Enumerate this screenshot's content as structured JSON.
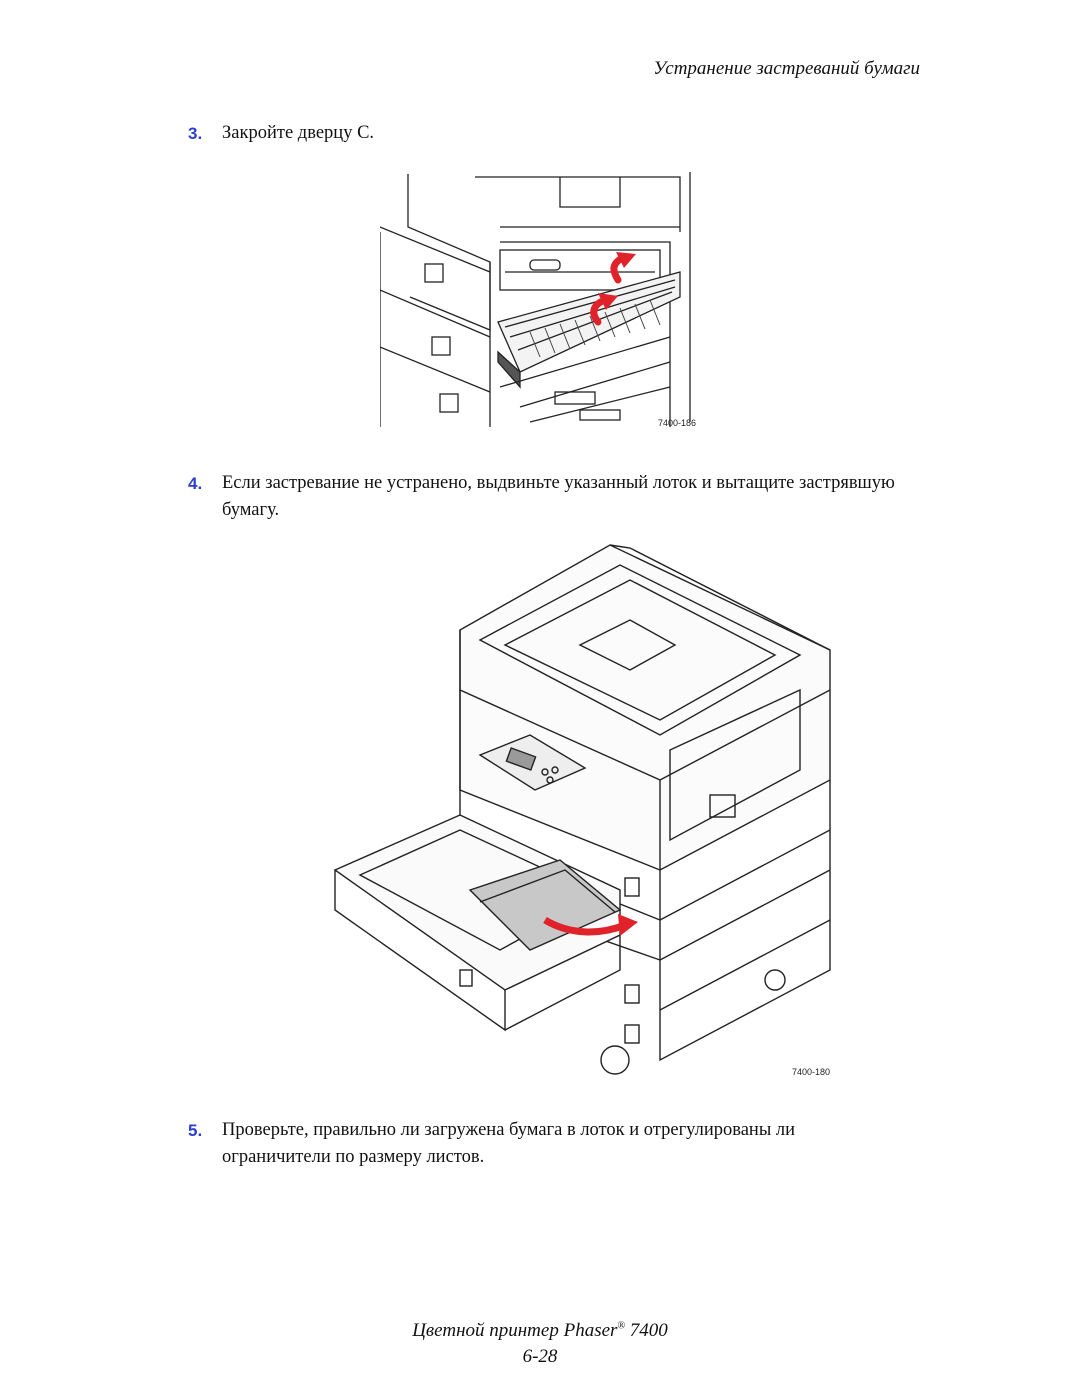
{
  "header": {
    "section_title": "Устранение застреваний бумаги"
  },
  "steps": [
    {
      "number": "3.",
      "text": "Закройте дверцу C."
    },
    {
      "number": "4.",
      "text": "Если застревание не устранено, выдвиньте указанный лоток и вытащите застрявшую бумагу."
    },
    {
      "number": "5.",
      "text": "Проверьте, правильно ли загружена бумага в лоток и отрегулированы ли ограничители по размеру листов."
    }
  ],
  "figures": [
    {
      "label": "7400-186"
    },
    {
      "label": "7400-180"
    }
  ],
  "footer": {
    "product_prefix": "Цветной принтер Phaser",
    "registered": "®",
    "model": "7400",
    "page_number": "6-28"
  },
  "colors": {
    "step_number": "#2a3fd0",
    "arrow": "#e0222a"
  }
}
